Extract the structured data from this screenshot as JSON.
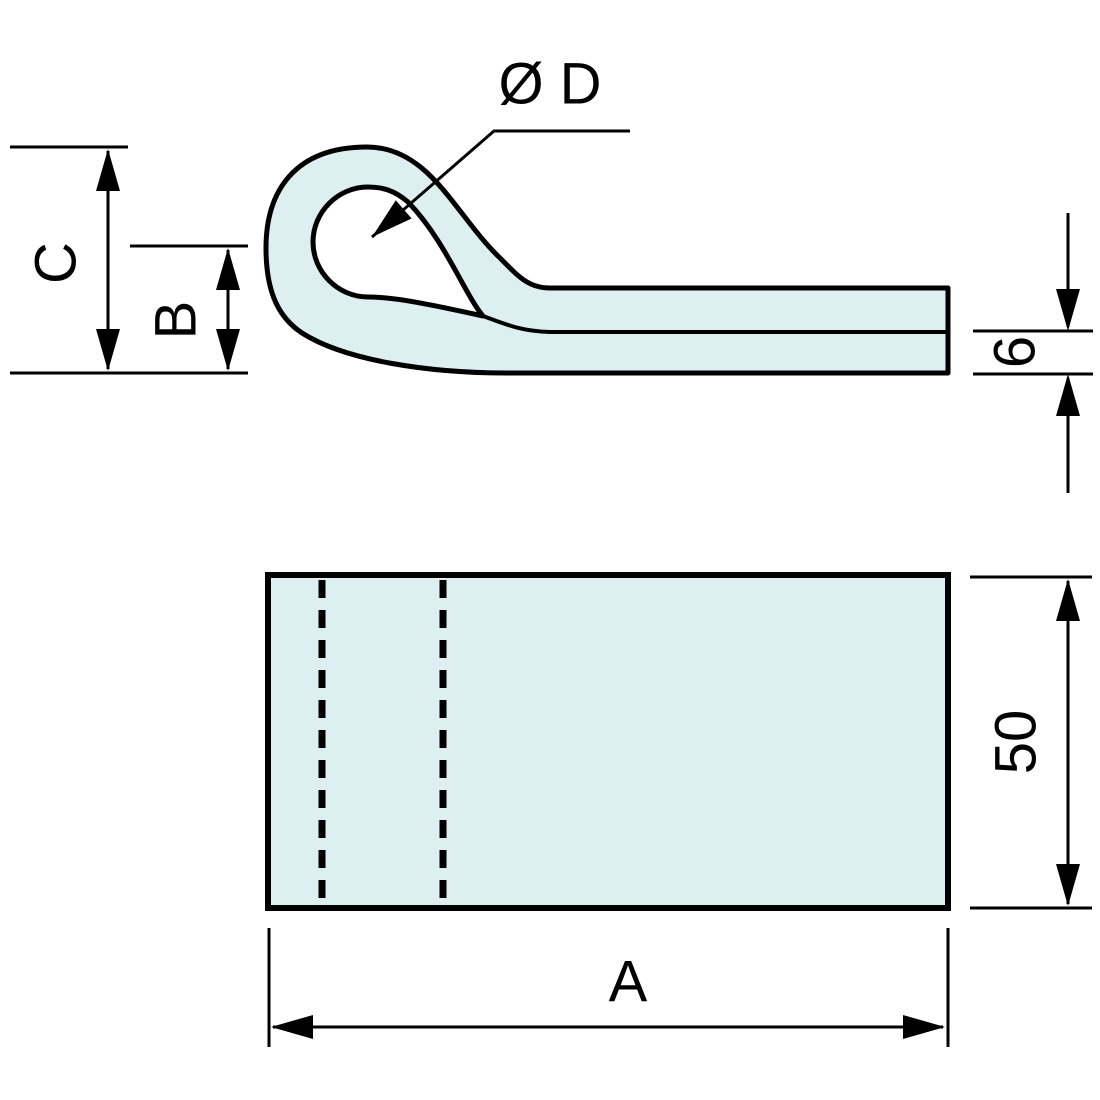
{
  "drawing": {
    "colors": {
      "part_fill": "#ddeff0",
      "hole_fill": "#ffffff",
      "line_color": "#000000",
      "background": "#ffffff"
    },
    "side_view": {
      "diameter_label": "Ø D",
      "overall_height_label": "C",
      "hole_center_height_label": "B",
      "thickness_label": "6"
    },
    "plan_view": {
      "width_label": "50",
      "length_label": "A"
    }
  }
}
